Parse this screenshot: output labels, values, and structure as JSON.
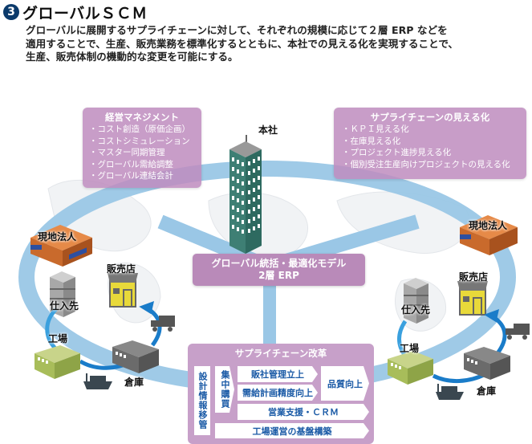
{
  "header": {
    "number_badge": "3",
    "title": "グローバルＳＣＭ",
    "description_lines": [
      "グローバルに展開するサプライチェーンに対して、それぞれの規模に応じて２層 ERP などを",
      "適用することで、生産、販売業務を標準化するとともに、本社での見える化を実現することで、",
      "生産、販売体制の機動的な変更を可能にする。"
    ]
  },
  "colors": {
    "ring": "#9ac7e6",
    "purple_box": "#c59cc7",
    "erp_box": "#b98ab9",
    "cell_text": "#1a5aa6",
    "cycle_arrow": "#1a7cc9",
    "building": "#3e7f74",
    "subsidiary": "#d9783a",
    "shop": "#e8d93a",
    "factory": "#a8bd5a",
    "warehouse": "#6b6b6b"
  },
  "management_box": {
    "title": "経営マネジメント",
    "items": [
      "・コスト創造（原価企画）",
      "・コストシミュレーション",
      "・マスター同期管理",
      "・グローバル需給調整",
      "・グローバル連結会計"
    ]
  },
  "visibility_box": {
    "title": "サプライチェーンの見える化",
    "items": [
      "・ＫＰＩ見える化",
      "・在庫見える化",
      "・プロジェクト進捗見える化",
      "・個別受注生産向けプロジェクトの見える化"
    ]
  },
  "hq_label": "本社",
  "erp_box": {
    "line1": "グローバル統括・最適化モデル",
    "line2": "2層 ERP"
  },
  "left_site": {
    "subsidiary": "現地法人",
    "supplier": "仕入先",
    "shop": "販売店",
    "factory": "工場",
    "warehouse": "倉庫"
  },
  "right_site": {
    "subsidiary": "現地法人",
    "supplier": "仕入先",
    "shop": "販売店",
    "factory": "工場",
    "warehouse": "倉庫"
  },
  "reform_box": {
    "title": "サプライチェーン改革",
    "design_transfer": "設計情報移管",
    "central_purchase": "集中購買",
    "sales_mgmt": "販社管理立上",
    "demand_plan": "需給計画精度向上",
    "quality": "品質向上",
    "sales_crm": "営業支援・ＣＲＭ",
    "factory_base": "工場運営の基盤構築"
  }
}
